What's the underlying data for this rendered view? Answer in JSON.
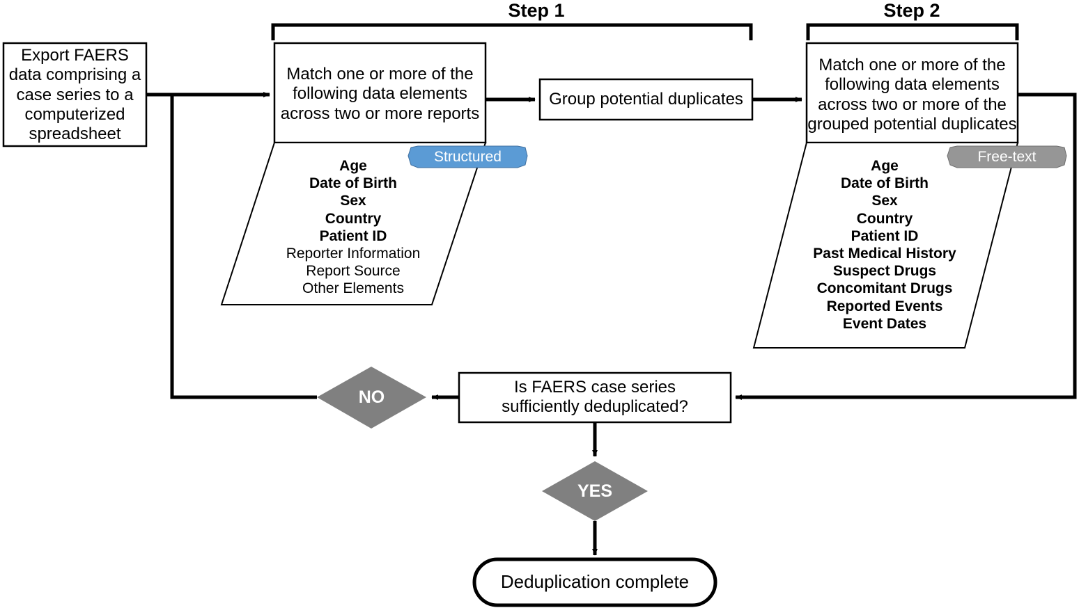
{
  "diagram": {
    "title_steps": {
      "step1": "Step 1",
      "step2": "Step 2"
    },
    "nodes": {
      "export": "Export FAERS\ndata comprising a\ncase series to a\ncomputerized\nspreadsheet",
      "match_step1": "Match one or more of the\nfollowing data elements\nacross two or more reports",
      "group": "Group potential duplicates",
      "match_step2": "Match one or more of the\nfollowing data elements\nacross two or more of the\ngrouped potential duplicates",
      "decision": "Is FAERS case series\nsufficiently deduplicated?",
      "terminal": "Deduplication complete"
    },
    "badges": {
      "structured": "Structured",
      "free_text": "Free-text",
      "structured_color": "#5B9BD5",
      "free_text_color": "#969696"
    },
    "decisions": {
      "no": "NO",
      "yes": "YES",
      "diamond_color": "#808080"
    },
    "step1_elements": [
      {
        "label": "Age",
        "bold": true
      },
      {
        "label": "Date of Birth",
        "bold": true
      },
      {
        "label": "Sex",
        "bold": true
      },
      {
        "label": "Country",
        "bold": true
      },
      {
        "label": "Patient ID",
        "bold": true
      },
      {
        "label": "Reporter Information",
        "bold": false
      },
      {
        "label": "Report Source",
        "bold": false
      },
      {
        "label": "Other Elements",
        "bold": false
      }
    ],
    "step2_elements": [
      {
        "label": "Age",
        "bold": true
      },
      {
        "label": "Date of Birth",
        "bold": true
      },
      {
        "label": "Sex",
        "bold": true
      },
      {
        "label": "Country",
        "bold": true
      },
      {
        "label": "Patient ID",
        "bold": true
      },
      {
        "label": "Past Medical History",
        "bold": true
      },
      {
        "label": "Suspect Drugs",
        "bold": true
      },
      {
        "label": "Concomitant Drugs",
        "bold": true
      },
      {
        "label": "Reported Events",
        "bold": true
      },
      {
        "label": "Event Dates",
        "bold": true
      }
    ]
  }
}
